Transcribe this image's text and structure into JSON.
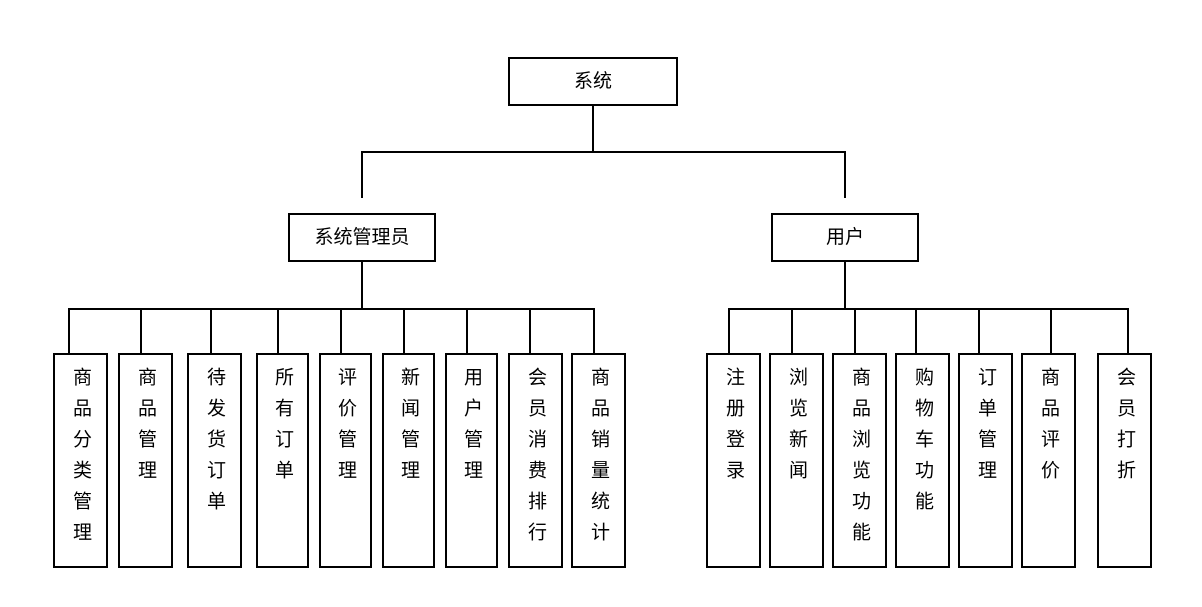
{
  "root": {
    "label": "系统"
  },
  "admin": {
    "label": "系统管理员",
    "children": [
      "商品分类管理",
      "商品管理",
      "待发货订单",
      "所有订单",
      "评价管理",
      "新闻管理",
      "用户管理",
      "会员消费排行",
      "商品销量统计"
    ]
  },
  "user": {
    "label": "用户",
    "children": [
      "注册登录",
      "浏览新闻",
      "商品浏览功能",
      "购物车功能",
      "订单管理",
      "商品评价",
      "会员打折"
    ]
  }
}
